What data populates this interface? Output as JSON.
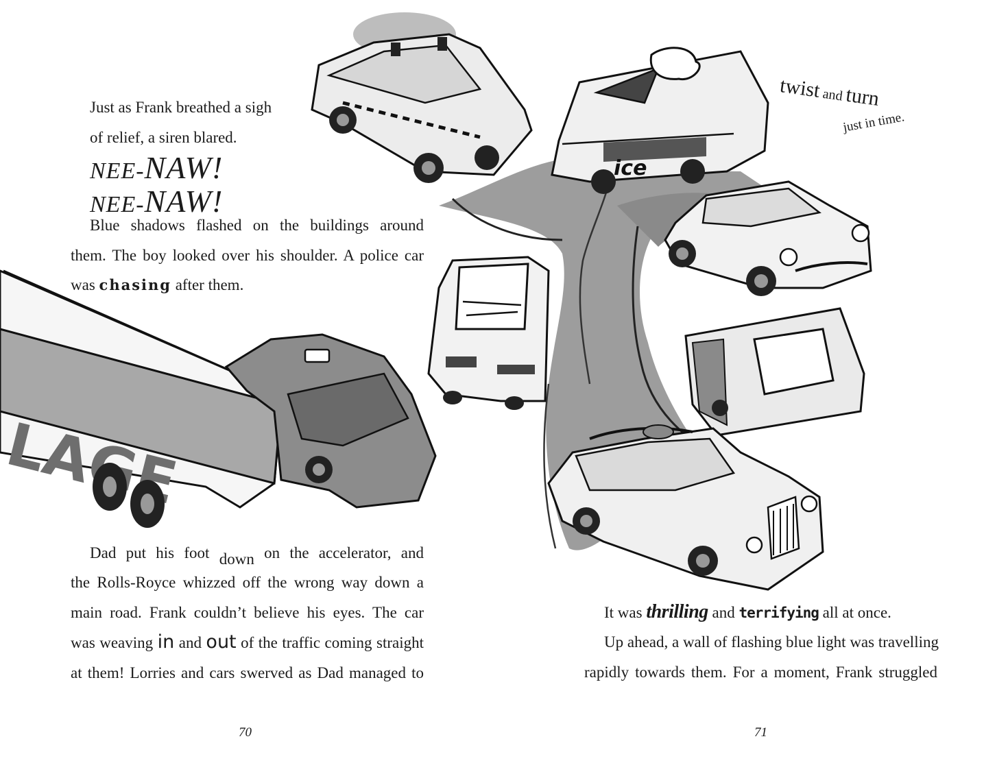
{
  "left_page": {
    "intro_lines": [
      "Just as Frank breathed a sigh",
      "of relief, a siren blared."
    ],
    "siren": {
      "nee": "NEE-",
      "naw": "NAW!"
    },
    "para1_lines": [
      "Blue shadows flashed on the buildings around",
      "them. The boy looked over his shoulder. A police car"
    ],
    "para1_last": {
      "pre": "was ",
      "chasing": "chasing",
      "post": " after them."
    },
    "para2_first": {
      "pre": "Dad put his foot ",
      "down": "down",
      "post": " on the accelerator, and"
    },
    "para2_lines": [
      "the Rolls-Royce whizzed off the wrong way down a",
      "main road. Frank couldn’t believe his eyes. The car"
    ],
    "para2_weave": {
      "pre": "was weaving ",
      "in": "in",
      "mid": " and ",
      "out": "out",
      "post": " of the traffic coming straight"
    },
    "para2_last": "at them! Lorries and cars swerved as Dad managed to",
    "page_number": "70"
  },
  "illustration": {
    "lorry_sign": "LAGE",
    "van_lettering": "ice",
    "twist": {
      "twist": "twist",
      "and": " and ",
      "turn": "turn"
    },
    "just_in_time": "just in time."
  },
  "right_page": {
    "para1": {
      "pre": "It was ",
      "thrilling": "thrilling",
      "mid": " and ",
      "terrifying": "terrifying",
      "post": " all at once."
    },
    "para2_lines": [
      "Up ahead, a wall of flashing blue light was travelling",
      "rapidly towards them. For a moment, Frank struggled"
    ],
    "page_number": "71"
  }
}
